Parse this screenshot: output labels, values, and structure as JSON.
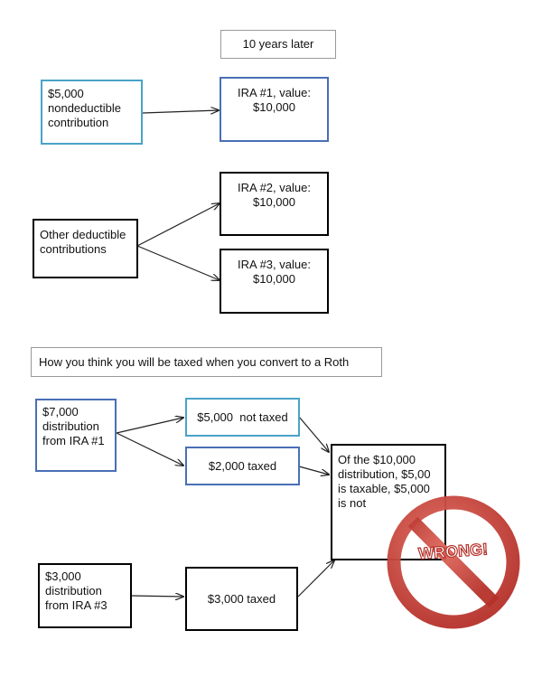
{
  "header": {
    "later_label": "10 years later"
  },
  "section1": {
    "nondeductible": "$5,000 nondeductible contribution",
    "ira1": "IRA #1, value: $10,000"
  },
  "section2": {
    "other": "Other deductible contributions",
    "ira2": "IRA #2, value: $10,000",
    "ira3": "IRA #3, value: $10,000"
  },
  "section3": {
    "heading": "How you think you will be taxed when you convert to a Roth",
    "dist1": "$7,000 distribution from IRA #1",
    "not_taxed": "$5,000  not taxed",
    "taxed2000": "$2,000 taxed",
    "result": "Of the $10,000 distribution, $5,00 is taxable, $5,000 is not",
    "dist3": "$3,000 distribution from IRA #3",
    "taxed3000": "$3,000 taxed"
  },
  "stamp": {
    "text": "WRONG!",
    "icon": "prohibition-sign",
    "color": "#c0392b"
  }
}
